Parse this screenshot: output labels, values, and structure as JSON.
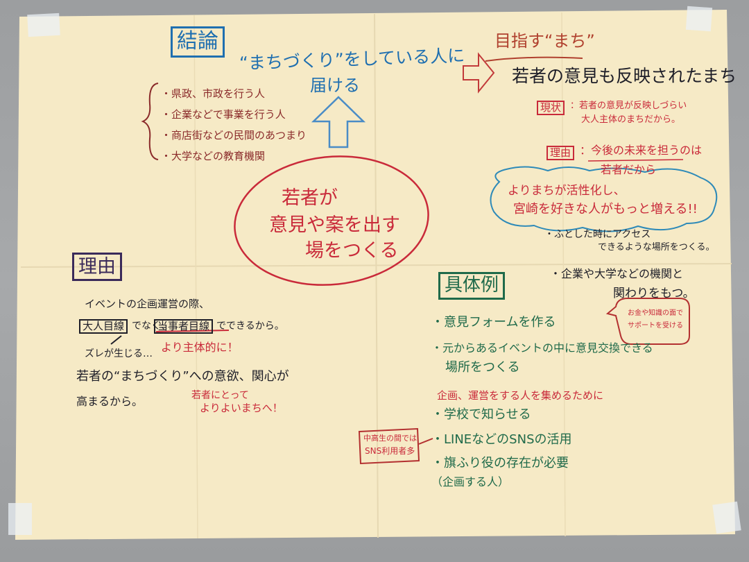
{
  "poster": {
    "conclusion": {
      "heading": "結論",
      "line1": "“まちづくり”をしている人に",
      "line2": "届ける",
      "targets": [
        "・県政、市政を行う人",
        "・企業などで事業を行う人",
        "・商店街などの民間のあつまり",
        "・大学などの教育機関"
      ]
    },
    "center": {
      "lines": [
        "若者が",
        "意見や案を出す",
        "場をつくる"
      ]
    },
    "goal": {
      "heading": "目指す“まち”",
      "statement": "若者の意見も反映されたまち",
      "current_label": "現状",
      "current_text1": "：若者の意見が反映しづらい",
      "current_text2": "大人主体のまちだから。",
      "reason_label": "理由",
      "reason_text1": "：今後の未来を担うのは",
      "reason_text2": "若者だから",
      "cloud_line1": "よりまちが活性化し、",
      "cloud_line2": "宮崎を好きな人がもっと増える!!",
      "note1a": "・ふとした時にアクセス",
      "note1b": "できるような場所をつくる。",
      "note2a": "・企業や大学などの機関と",
      "note2b": "関わりをもつ。",
      "bubble_line1": "お金や知識の面で",
      "bubble_line2": "サポートを受ける"
    },
    "reason": {
      "heading": "理由",
      "item1": "イベントの企画運営の際、",
      "adult_view": "大人目線",
      "not_text": "でなく、",
      "party_view": "当事者目線",
      "can_text": "でできるから。",
      "more_subjective": "より主体的に！",
      "gap_text": "ズレが生じる…",
      "item2a": "若者の“まちづくり”への意欲、関心が",
      "item2b": "高まるから。",
      "better_city1": "若者にとって",
      "better_city2": "よりよいまちへ！"
    },
    "examples": {
      "heading": "具体例",
      "item1": "・意見フォームを作る",
      "item2a": "・元からあるイベントの中に意見交換できる",
      "item2b": "場所をつくる",
      "item3": "企画、運営をする人を集めるために",
      "item4": "・学校で知らせる",
      "item5": "・LINEなどのSNSの活用",
      "item6a": "・旗ふり役の存在が必要",
      "item6b": "（企画する人）",
      "sns_note1": "中高生の間では",
      "sns_note2": "SNS利用者多"
    },
    "colors": {
      "paper": "#f6eac6",
      "blue": "#1f6fb0",
      "red": "#c92a3a",
      "black": "#1e1e28",
      "green": "#1f6a4a"
    }
  }
}
